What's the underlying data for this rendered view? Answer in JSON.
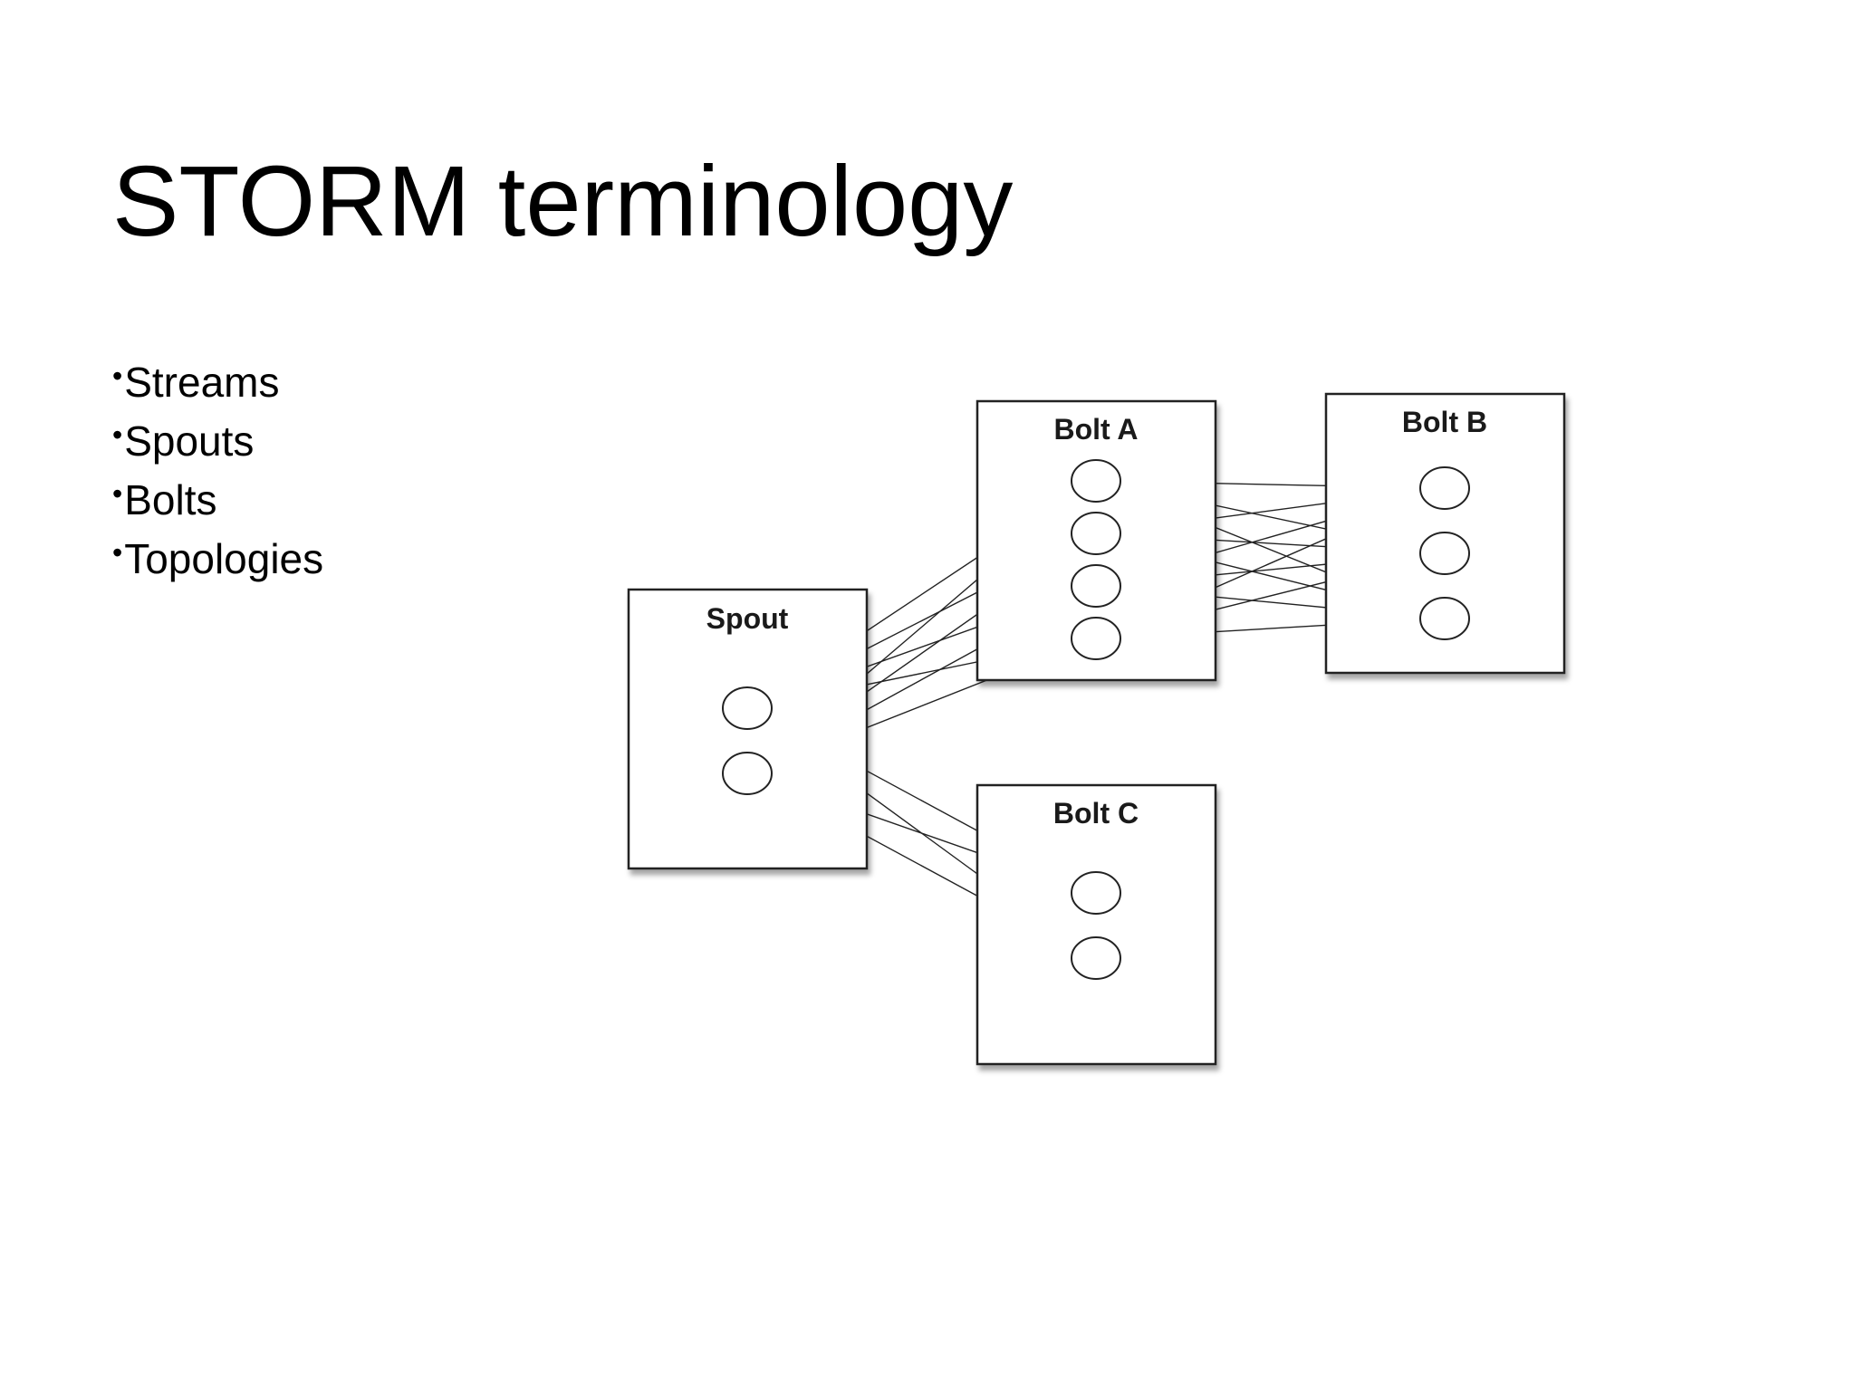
{
  "slide": {
    "title": "STORM terminology",
    "bullets": [
      {
        "bullet": "•",
        "text": "Streams"
      },
      {
        "bullet": "•",
        "text": "Spouts"
      },
      {
        "bullet": "•",
        "text": "Bolts"
      },
      {
        "bullet": "•",
        "text": "Topologies"
      }
    ]
  },
  "diagram": {
    "components": {
      "spout": {
        "label": "Spout",
        "tasks": 2
      },
      "bolt_a": {
        "label": "Bolt A",
        "tasks": 4
      },
      "bolt_b": {
        "label": "Bolt B",
        "tasks": 3
      },
      "bolt_c": {
        "label": "Bolt C",
        "tasks": 2
      }
    },
    "streams": [
      {
        "from": "spout",
        "to": "bolt_a"
      },
      {
        "from": "spout",
        "to": "bolt_c"
      },
      {
        "from": "bolt_a",
        "to": "bolt_b"
      }
    ]
  }
}
